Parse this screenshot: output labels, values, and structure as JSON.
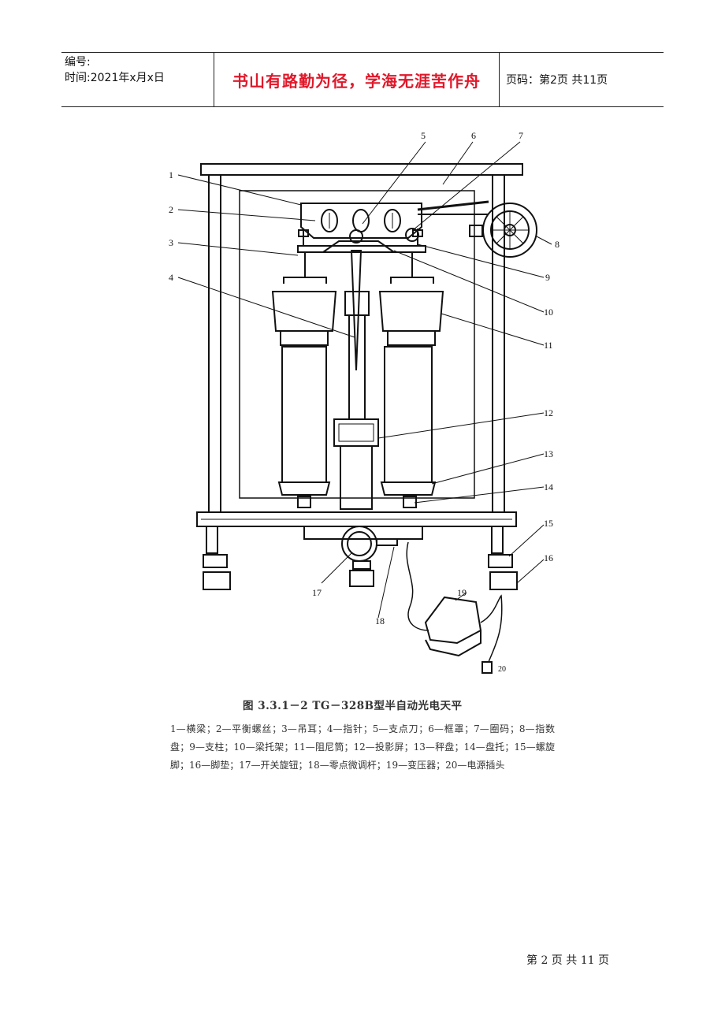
{
  "header": {
    "number_label": "编号:",
    "date_line": "时间:2021年x月x日",
    "motto": "书山有路勤为径，学海无涯苦作舟",
    "page_info": "页码：第2页  共11页"
  },
  "figure": {
    "callouts": [
      "1",
      "2",
      "3",
      "4",
      "5",
      "6",
      "7",
      "8",
      "9",
      "10",
      "11",
      "12",
      "13",
      "14",
      "15",
      "16",
      "17",
      "18",
      "19",
      "20"
    ],
    "caption": "图 3.3.1－2   TG－328B型半自动光电天平",
    "legend": "1—横梁；2—平衡螺丝；3—吊耳；4—指针；5—支点刀；6—框罩；7—圈码；8—指数盘；9—支柱；10—梁托架；11—阻尼筒；12—投影屏；13—秤盘；14—盘托；15—螺旋脚；16—脚垫；17—开关旋钮；18—零点微调杆；19—变压器；20—电源插头"
  },
  "footer": {
    "page_text": "第 2 页 共 11 页"
  }
}
